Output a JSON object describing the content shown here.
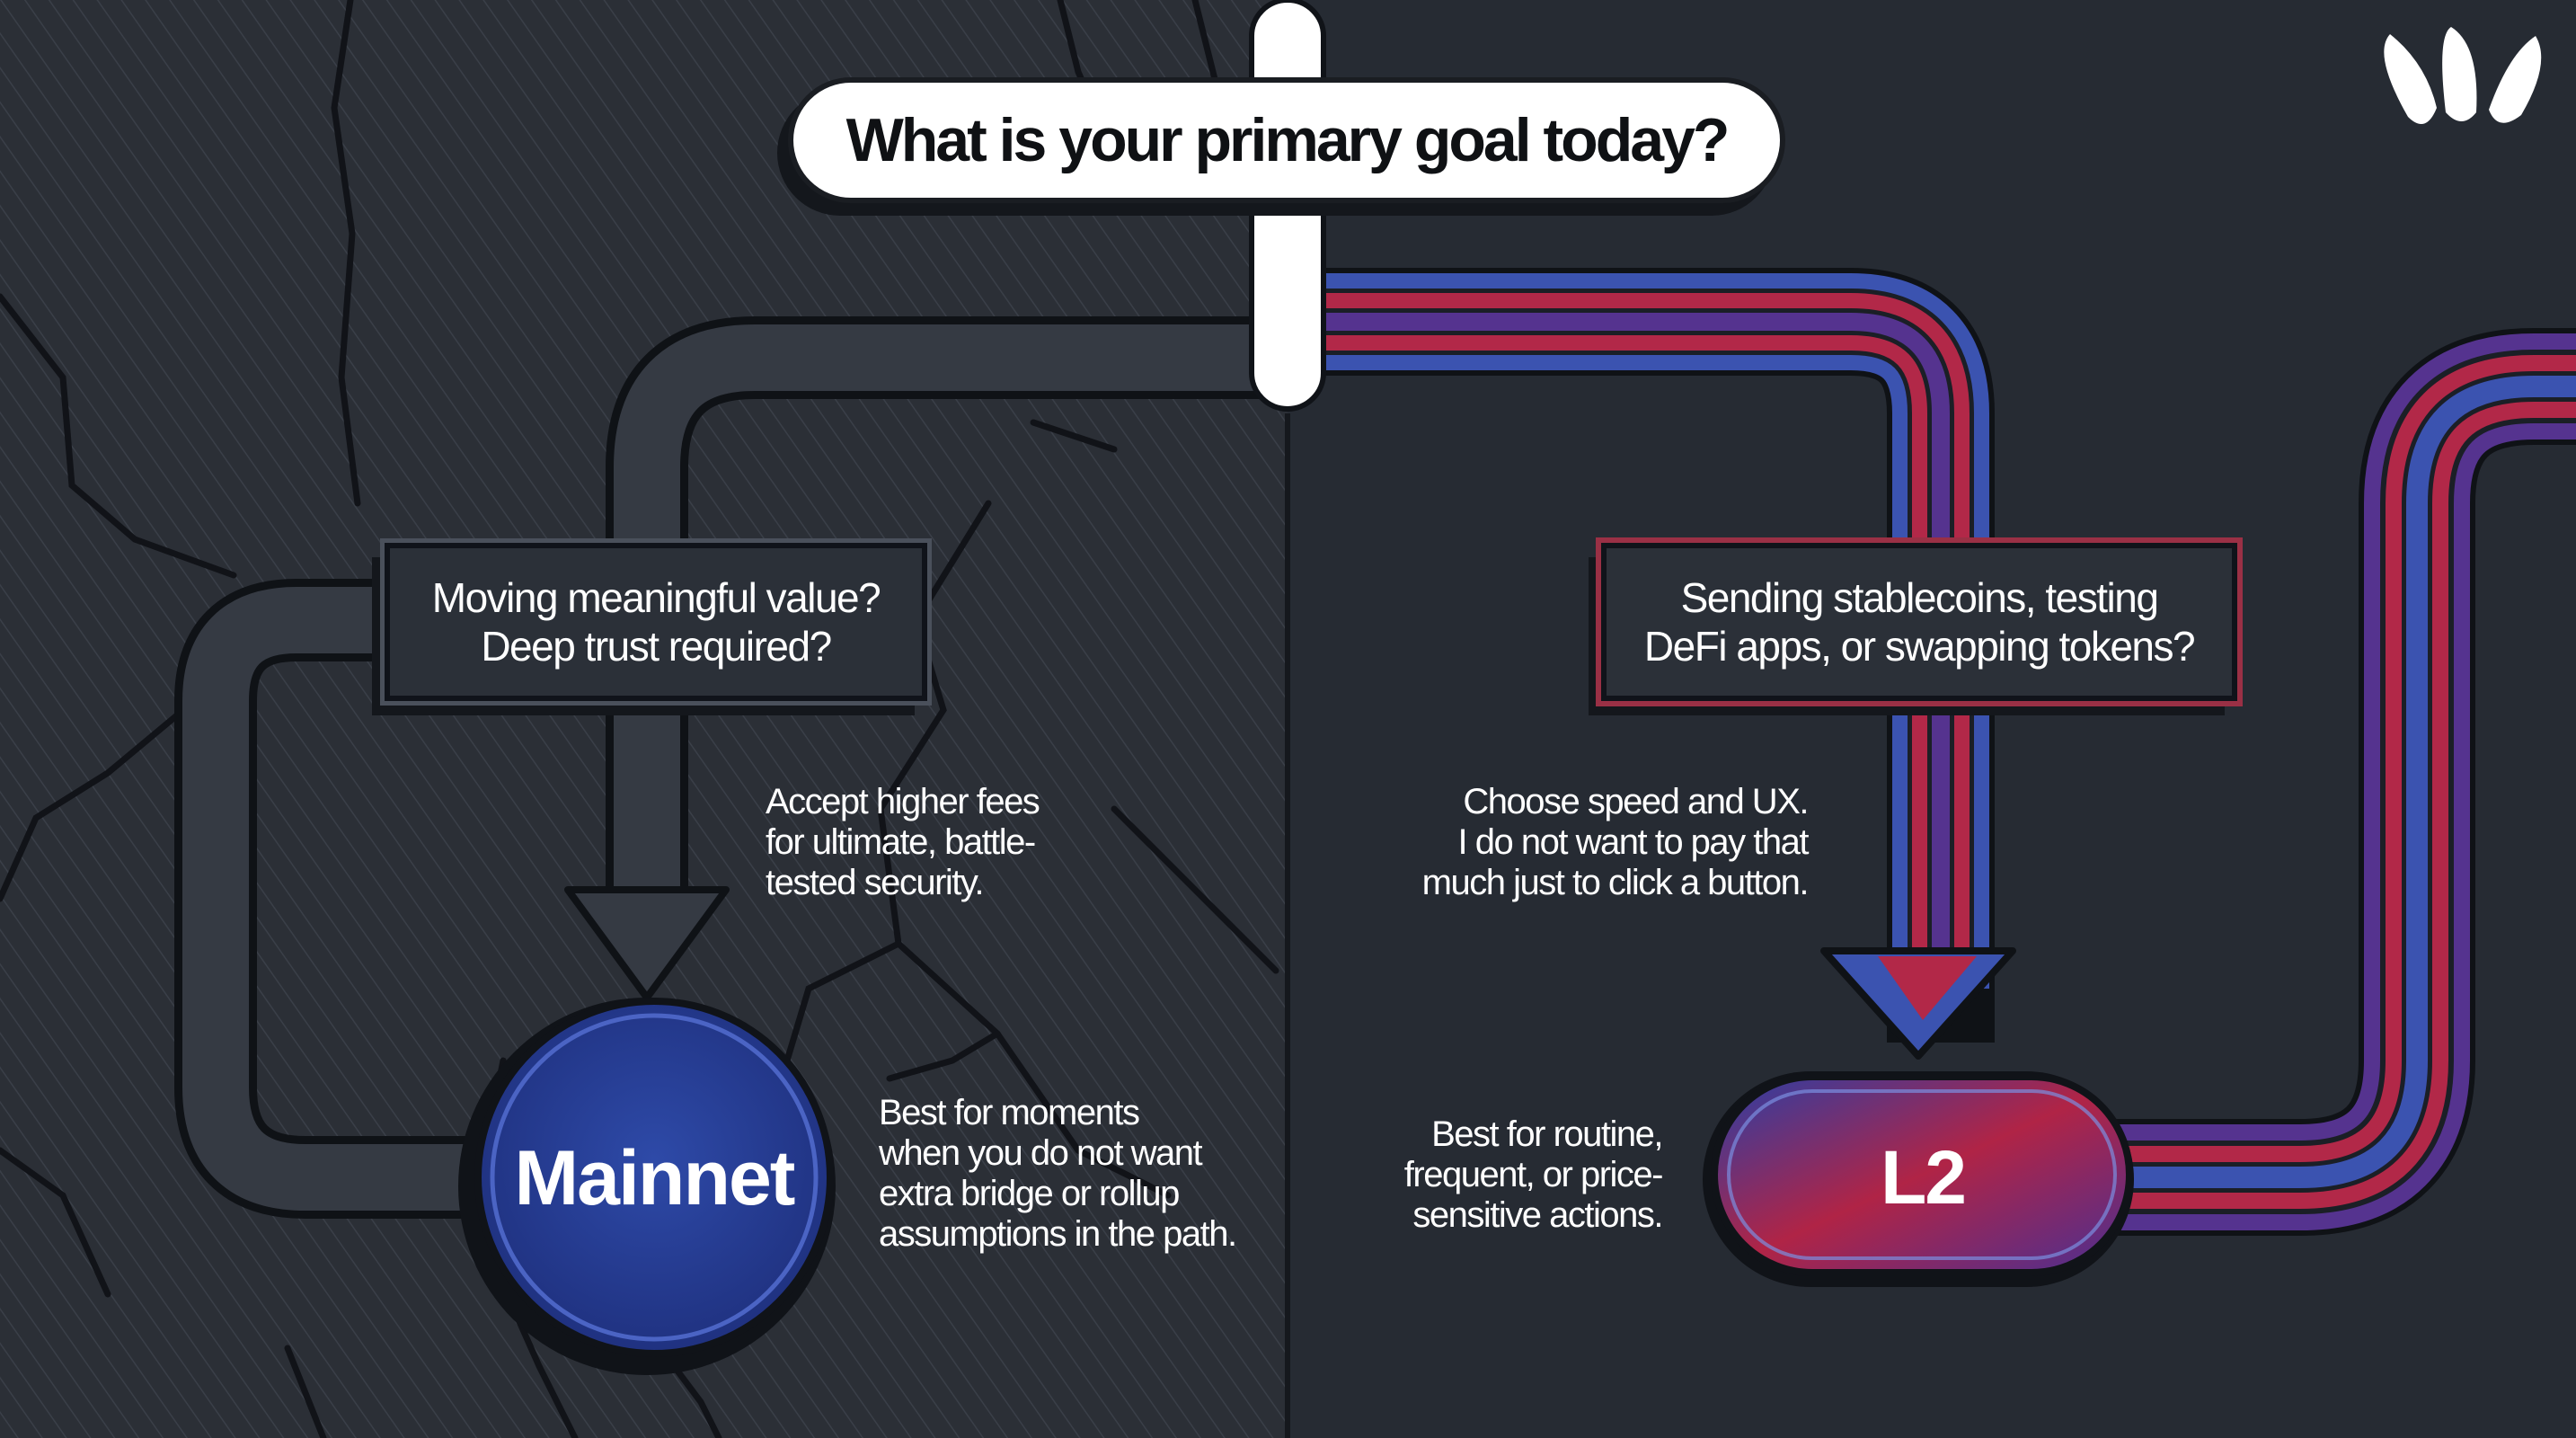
{
  "question": {
    "text": "What is your primary goal today?"
  },
  "left_branch": {
    "decision_lines": [
      "Moving meaningful value?",
      "Deep trust required?"
    ],
    "note_lines": [
      "Accept higher fees",
      "for ultimate, battle-",
      "tested security."
    ],
    "node_label": "Mainnet",
    "detail_lines": [
      "Best for moments",
      "when you do not want",
      "extra bridge or rollup",
      "assumptions in the path."
    ]
  },
  "right_branch": {
    "decision_lines": [
      "Sending stablecoins, testing",
      "DeFi apps, or swapping tokens?"
    ],
    "note_lines": [
      "Choose speed and UX.",
      "I do not want to pay that",
      "much just to click a button."
    ],
    "node_label": "L2",
    "detail_lines": [
      "Best for routine,",
      "frequent, or price-",
      "sensitive actions."
    ]
  },
  "colors": {
    "background_left": "#2a2e35",
    "background_right": "#262b33",
    "path_dark": "#1d2127",
    "path_blue": "#3b53b0",
    "path_red": "#b22848",
    "path_purple": "#55338f",
    "mainnet_node": "#243a8f",
    "l2_node_gradient": [
      "#2a3fa6",
      "#b02446",
      "#4a2f92"
    ]
  },
  "icons": {
    "logo": "brand-logo-icon"
  }
}
